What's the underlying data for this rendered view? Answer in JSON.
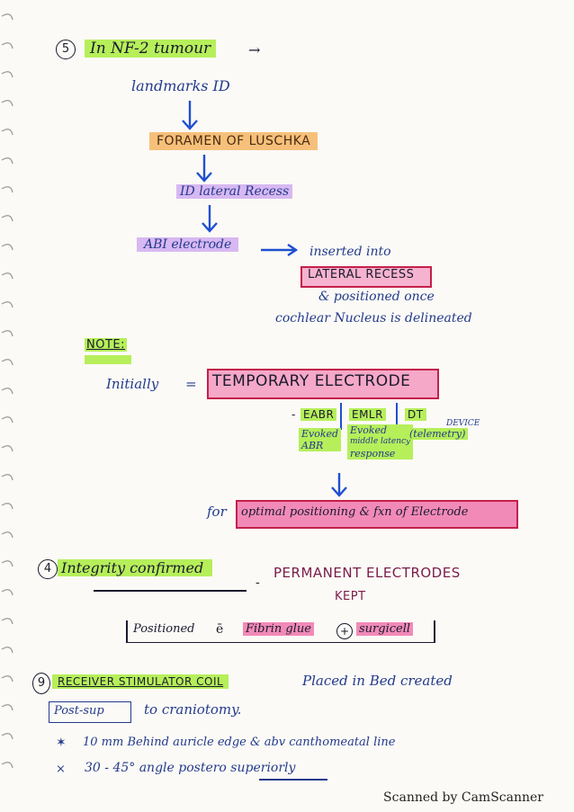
{
  "step5": {
    "number": "5",
    "heading": "In NF-2 tumour",
    "dash_arrow": "→",
    "landmark": "landmarks ID",
    "foramen": "FORAMEN OF LUSCHKA",
    "id_lateral": "ID lateral Recess",
    "abi": "ABI electrode",
    "inserted": "inserted into",
    "lateral_recess": "LATERAL RECESS",
    "positioned": "& positioned once",
    "cochlear": "cochlear Nucleus is delineated"
  },
  "note": {
    "label": "NOTE:",
    "initially": "Initially",
    "equals": "=",
    "temporary": "TEMPORARY ELECTRODE",
    "col1_head": "EABR",
    "col1_items": [
      "Evoked",
      "ABR"
    ],
    "col2_head": "EMLR",
    "col2_items": [
      "Evoked",
      "middle latency",
      "response"
    ],
    "col3_head": "DT",
    "col3_items": [
      "(telemetry)"
    ],
    "col3_extra": "DEVICE",
    "for": "for",
    "optimal": "optimal positioning & fxn of Electrode"
  },
  "step4": {
    "number": "4",
    "heading": "Integrity confirmed",
    "dash": "-",
    "permanent": "PERMANENT ELECTRODES",
    "kept": "KEPT",
    "positioned": "Positioned",
    "with": "ē",
    "fibrin": "Fibrin glue",
    "plus": "+",
    "surgicel": "surgicell"
  },
  "step9": {
    "number": "9",
    "heading": "RECEIVER STIMULATOR COIL",
    "placed": "Placed in Bed created",
    "postsup": "Post-sup",
    "to_cran": "to craniotomy.",
    "bullet1_mark": "✶",
    "bullet1": "10 mm Behind auricle edge & abv canthomeatal line",
    "bullet2_mark": "×",
    "bullet2": "30 - 45° angle postero superiorly"
  },
  "footer": {
    "scanner": "Scanned by CamScanner"
  },
  "colors": {
    "ink_blue": "#233a8c",
    "highlight_green": "#b6ef5a",
    "highlight_orange": "#f6c07a",
    "highlight_purple": "#d7b8f2",
    "highlight_pink": "#f28ab8",
    "box_red": "#c4204a"
  }
}
